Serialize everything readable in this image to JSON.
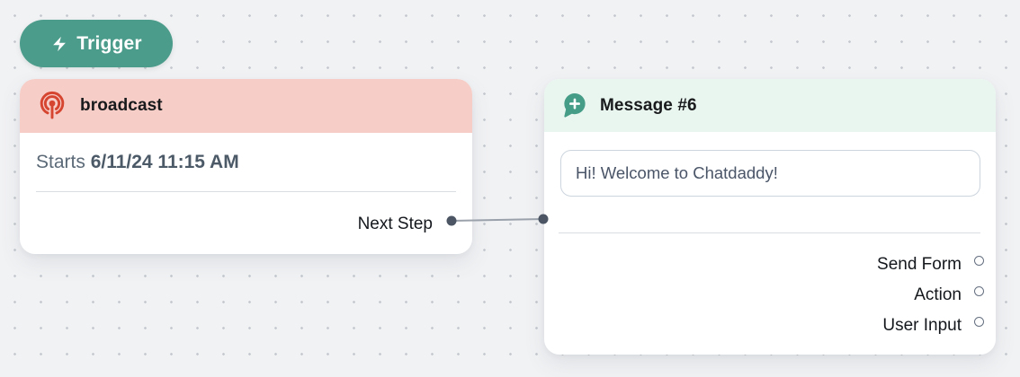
{
  "canvas": {
    "background_color": "#f1f2f4",
    "grid_dot_color": "#c7cbd1"
  },
  "trigger_button": {
    "label": "Trigger",
    "icon": "lightning-bolt-icon",
    "color": "#4c9c8b",
    "text_color": "#ffffff"
  },
  "nodes": {
    "broadcast": {
      "title": "broadcast",
      "icon": "broadcast-antenna-icon",
      "icon_color": "#d64530",
      "header_color": "#f6cdc7",
      "schedule_prefix": "Starts ",
      "schedule_datetime": "6/11/24 11:15 AM",
      "next_step_label": "Next Step"
    },
    "message": {
      "title": "Message #6",
      "icon": "chat-bubble-plus-icon",
      "icon_color": "#459c87",
      "header_color": "#e9f5ef",
      "message_text": "Hi! Welcome to Chatdaddy!",
      "outputs": [
        {
          "label": "Send Form"
        },
        {
          "label": "Action"
        },
        {
          "label": "User Input"
        }
      ]
    }
  },
  "connection": {
    "from": "broadcast.next-step",
    "to": "message",
    "line_color": "#9aa1ab",
    "port_color": "#4b5563"
  }
}
